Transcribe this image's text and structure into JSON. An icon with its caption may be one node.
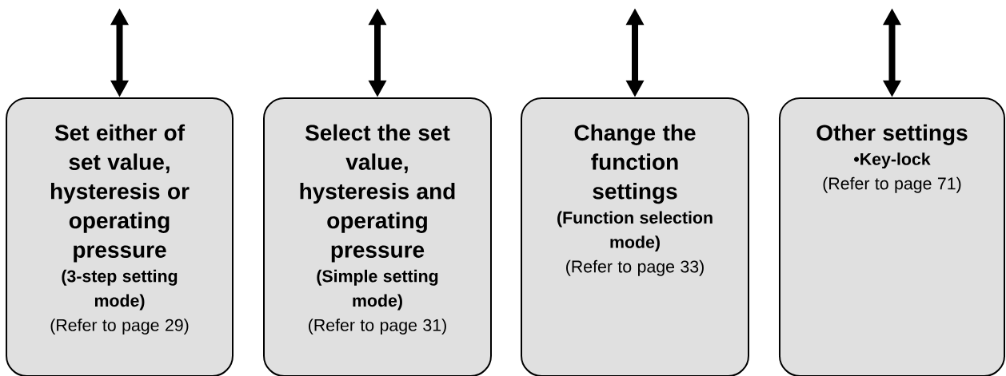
{
  "diagram": {
    "nodes": [
      {
        "text": [
          "Set either of set value, hysteresis or operating pressure",
          "(3-step setting mode)",
          "(Refer to page 29)"
        ]
      },
      {
        "text": [
          "Select the set value, hysteresis and operating pressure",
          "(Simple setting mode)",
          "(Refer to page 31)"
        ]
      },
      {
        "text": [
          "Change the function settings",
          "(Function selection mode)",
          "(Refer to page 33)"
        ]
      },
      {
        "text": [
          "Other settings",
          "•Key-lock",
          "(Refer to page 71)"
        ]
      }
    ],
    "edges": [
      {
        "from": null,
        "to": 0,
        "arrow": "both"
      },
      {
        "from": null,
        "to": 1,
        "arrow": "both"
      },
      {
        "from": null,
        "to": 2,
        "arrow": "both"
      },
      {
        "from": null,
        "to": 3,
        "arrow": "both"
      }
    ]
  }
}
